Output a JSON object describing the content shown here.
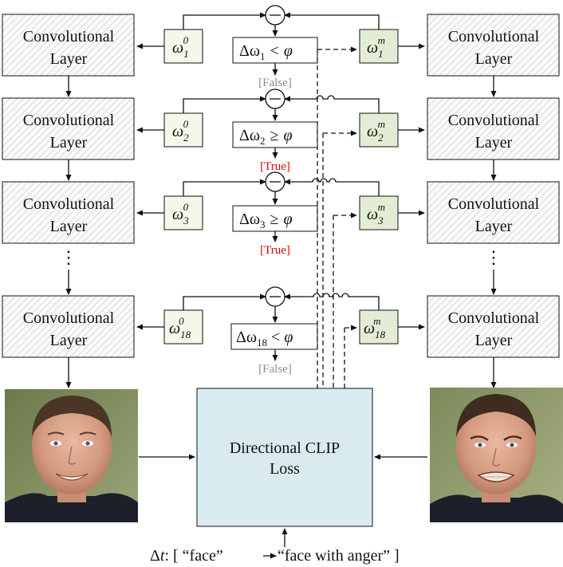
{
  "conv_label_line1": "Convolutional",
  "conv_label_line2": "Layer",
  "left_weights": [
    {
      "base": "ω",
      "sub": "1",
      "sup": "0"
    },
    {
      "base": "ω",
      "sub": "2",
      "sup": "0"
    },
    {
      "base": "ω",
      "sub": "3",
      "sup": "0"
    },
    {
      "base": "ω",
      "sub": "18",
      "sup": "0"
    }
  ],
  "right_weights": [
    {
      "base": "ω",
      "sub": "1",
      "sup": "m"
    },
    {
      "base": "ω",
      "sub": "2",
      "sup": "m"
    },
    {
      "base": "ω",
      "sub": "3",
      "sup": "m"
    },
    {
      "base": "ω",
      "sub": "18",
      "sup": "m"
    }
  ],
  "comparisons": [
    {
      "delta": "Δω",
      "sub": "1",
      "op": "<",
      "rhs": "φ",
      "result": "[False]",
      "result_color": "#8c8c8c"
    },
    {
      "delta": "Δω",
      "sub": "2",
      "op": "≥",
      "rhs": "φ",
      "result": "[True]",
      "result_color": "#e00000"
    },
    {
      "delta": "Δω",
      "sub": "3",
      "op": "≥",
      "rhs": "φ",
      "result": "[True]",
      "result_color": "#e00000"
    },
    {
      "delta": "Δω",
      "sub": "18",
      "op": "<",
      "rhs": "φ",
      "result": "[False]",
      "result_color": "#8c8c8c"
    }
  ],
  "ellipsis": "⋮",
  "loss_box": {
    "line1": "Directional CLIP",
    "line2": "Loss"
  },
  "bottom_text": {
    "delta_t": "Δ",
    "t": "t",
    "rest": ": [ “face”",
    "target": "“face with anger” ]"
  },
  "colors": {
    "weight_left_fill": "#f4f7ea",
    "weight_right_fill": "#e3edd5",
    "loss_fill": "#daeaf1",
    "hatch": "#c8c8c8"
  }
}
